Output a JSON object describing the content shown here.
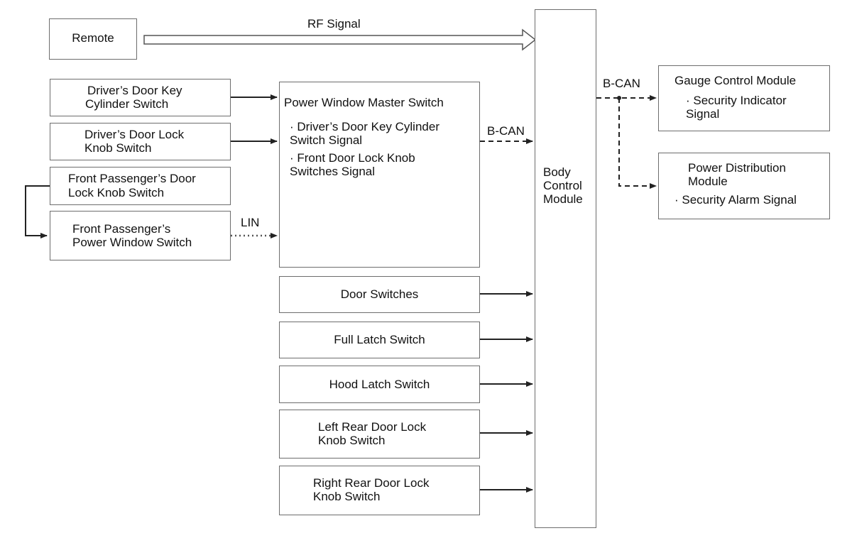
{
  "labels": {
    "rf_signal": "RF Signal",
    "b_can_1": "B-CAN",
    "b_can_2": "B-CAN",
    "lin": "LIN"
  },
  "boxes": {
    "remote": {
      "line1": "Remote"
    },
    "key_cylinder": {
      "line1": "Driver’s Door Key",
      "line2": "Cylinder Switch"
    },
    "lock_knob": {
      "line1": "Driver’s Door Lock",
      "line2": "Knob Switch"
    },
    "passenger_knob": {
      "line1": "Front Passenger’s Door",
      "line2": "Lock Knob Switch"
    },
    "passenger_window": {
      "line1": "Front Passenger’s",
      "line2": "Power Window Switch"
    },
    "master_switch": {
      "title": "Power Window Master Switch",
      "item1_line1": "· Driver’s Door Key Cylinder",
      "item1_line2": "Switch Signal",
      "item2_line1": "· Front Door Lock Knob",
      "item2_line2": "Switches Signal"
    },
    "door_switches": {
      "line1": "Door Switches"
    },
    "full_latch": {
      "line1": "Full Latch Switch"
    },
    "hood_latch": {
      "line1": "Hood Latch Switch"
    },
    "left_rear": {
      "line1": "Left Rear Door Lock",
      "line2": "Knob Switch"
    },
    "right_rear": {
      "line1": "Right Rear Door Lock",
      "line2": "Knob Switch"
    },
    "bcm": {
      "line1": "Body",
      "line2": "Control",
      "line3": "Module"
    },
    "gauge": {
      "title": "Gauge Control Module",
      "line2": "· Security Indicator",
      "line3": "Signal"
    },
    "power_dist": {
      "line1": "Power Distribution",
      "line2": "Module",
      "line3": "· Security Alarm Signal"
    }
  }
}
